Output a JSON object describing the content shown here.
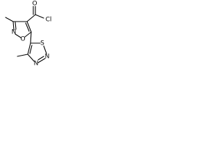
{
  "structure": {
    "atoms": {
      "o_ring": "O",
      "n_ring": "N",
      "o_carbonyl": "O",
      "cl": "Cl",
      "s_ring": "S",
      "n_thiadiazole_1": "N",
      "n_thiadiazole_2": "N"
    }
  }
}
